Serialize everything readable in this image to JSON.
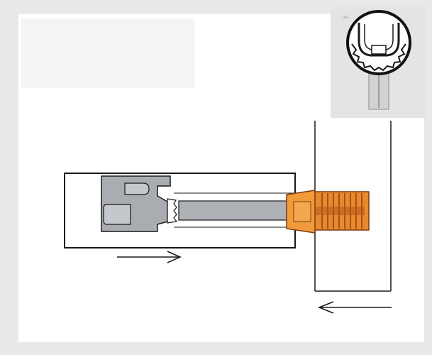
{
  "diagram": {
    "inset_label": "LKE",
    "colors": {
      "background": "#e9e9e9",
      "panel": "#ffffff",
      "outline": "#1a1a1a",
      "tool_holder_gray": "#a9adb2",
      "shaft_gray": "#aeb2b7",
      "cutter_orange": "#e8892e",
      "cutter_dark": "#b4551b",
      "inset_bg": "#e4e4e4"
    },
    "arrows": [
      {
        "name": "feed-arrow-right",
        "direction": "right"
      },
      {
        "name": "feed-arrow-left",
        "direction": "left"
      }
    ]
  }
}
